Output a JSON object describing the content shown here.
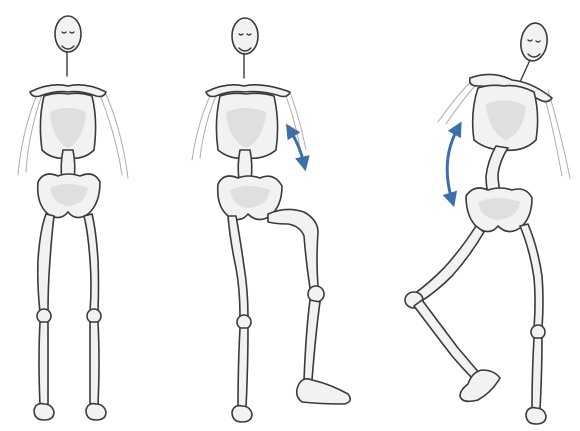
{
  "figures": [
    {
      "pose": "standing"
    },
    {
      "pose": "leg-raised"
    },
    {
      "pose": "squat-lean"
    }
  ],
  "colors": {
    "outline": "#3a3a3a",
    "bone_fill": "#f2f2f2",
    "arrow": "#3f6fa6"
  },
  "icons": [
    "double-arrow-icon",
    "double-arrow-icon"
  ]
}
